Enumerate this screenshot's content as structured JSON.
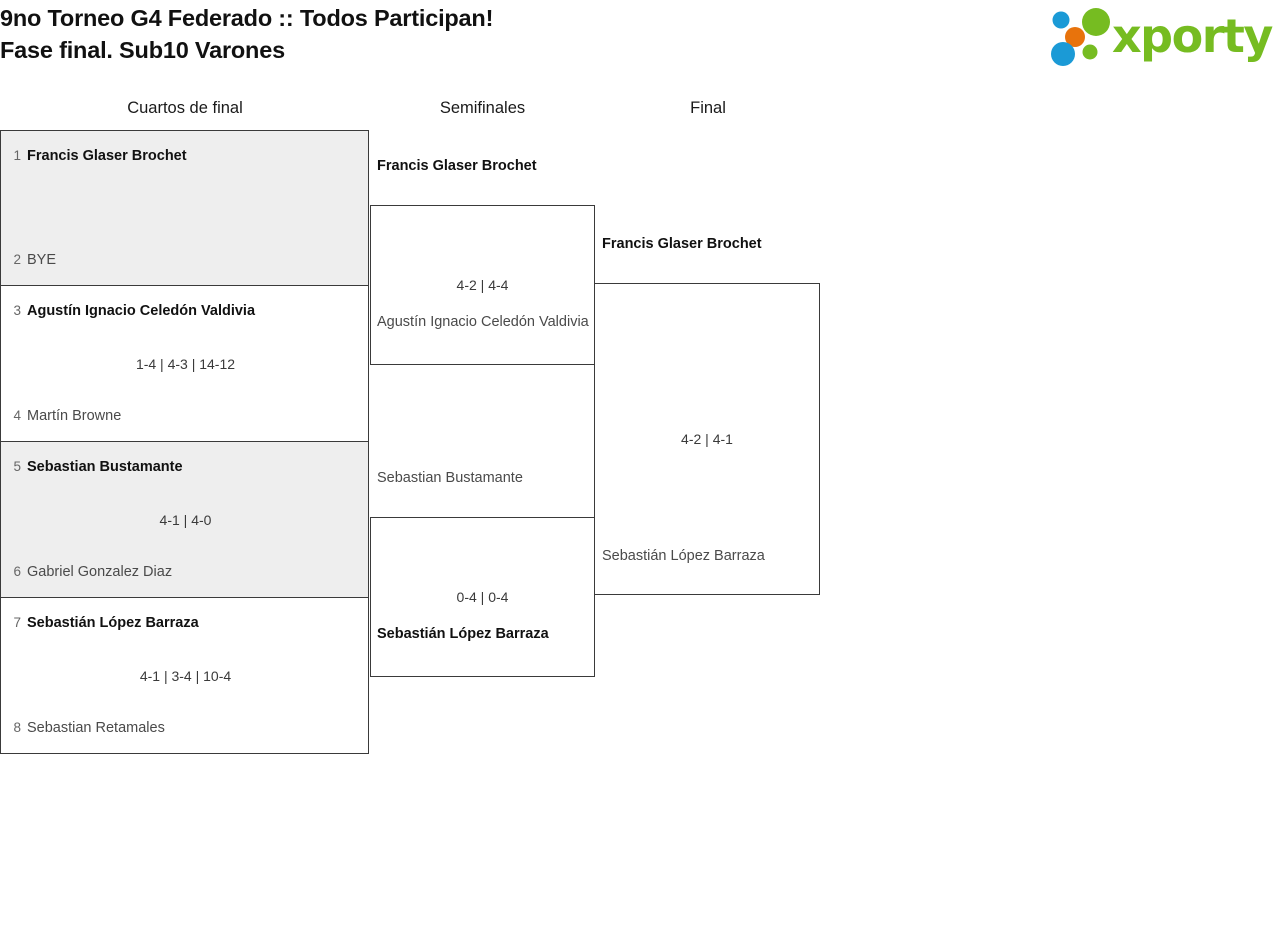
{
  "header": {
    "title_line1": "9no Torneo G4 Federado :: Todos Participan!",
    "title_line2": "Fase final. Sub10 Varones",
    "logo_text": "xporty",
    "logo_colors": {
      "green": "#76bc21",
      "blue": "#1b9ad6",
      "orange": "#e8730c"
    }
  },
  "rounds": [
    {
      "name": "Cuartos de final"
    },
    {
      "name": "Semifinales"
    },
    {
      "name": "Final"
    }
  ],
  "quarterfinals": [
    {
      "top": {
        "seed": "1",
        "name": "Francis Glaser Brochet",
        "winner": true
      },
      "bottom": {
        "seed": "2",
        "name": "BYE",
        "winner": false
      },
      "score": ""
    },
    {
      "top": {
        "seed": "3",
        "name": "Agustín Ignacio Celedón Valdivia",
        "winner": true
      },
      "bottom": {
        "seed": "4",
        "name": "Martín Browne",
        "winner": false
      },
      "score": "1-4 | 4-3 | 14-12"
    },
    {
      "top": {
        "seed": "5",
        "name": "Sebastian Bustamante",
        "winner": true
      },
      "bottom": {
        "seed": "6",
        "name": "Gabriel Gonzalez Diaz",
        "winner": false
      },
      "score": "4-1 | 4-0"
    },
    {
      "top": {
        "seed": "7",
        "name": "Sebastián López Barraza",
        "winner": true
      },
      "bottom": {
        "seed": "8",
        "name": "Sebastian Retamales",
        "winner": false
      },
      "score": "4-1 | 3-4 | 10-4"
    }
  ],
  "semifinals": [
    {
      "top": {
        "name": "Francis Glaser Brochet",
        "winner": true
      },
      "bottom": {
        "name": "Agustín Ignacio Celedón Valdivia",
        "winner": false
      },
      "score": "4-2 | 4-4"
    },
    {
      "top": {
        "name": "Sebastian Bustamante",
        "winner": false
      },
      "bottom": {
        "name": "Sebastián López Barraza",
        "winner": true
      },
      "score": "0-4 | 0-4"
    }
  ],
  "final": [
    {
      "top": {
        "name": "Francis Glaser Brochet",
        "winner": true
      },
      "bottom": {
        "name": "Sebastián López Barraza",
        "winner": false
      },
      "score": "4-2 | 4-1"
    }
  ]
}
